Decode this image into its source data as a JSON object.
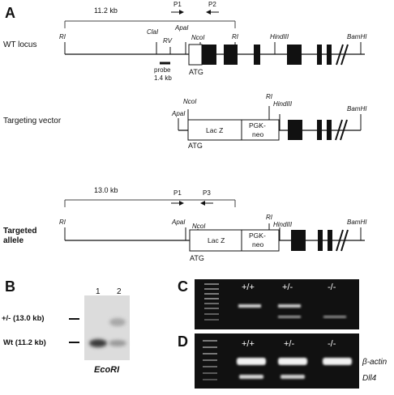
{
  "panelA": {
    "letter": "A",
    "wt_locus": {
      "label": "WT locus",
      "distance": "11.2 kb",
      "sites": [
        "RI",
        "ClaI",
        "RV",
        "ApaI",
        "NcoI",
        "RI",
        "HindIII",
        "BamHI"
      ],
      "primers": [
        "P1",
        "P2"
      ],
      "atg": "ATG",
      "probe": "probe",
      "probe_size": "1.4 kb"
    },
    "targeting_vector": {
      "label": "Targeting vector",
      "sites": [
        "NcoI",
        "ApaI",
        "RI",
        "HindIII",
        "BamHI"
      ],
      "lacz": "Lac Z",
      "pgk1": "PGK-",
      "pgk2": "neo",
      "atg": "ATG"
    },
    "targeted_allele": {
      "label1": "Targeted",
      "label2": "allele",
      "distance": "13.0 kb",
      "sites": [
        "RI",
        "ApaI",
        "NcoI",
        "RI",
        "HindIII",
        "BamHI"
      ],
      "primers": [
        "P1",
        "P3"
      ],
      "lacz": "Lac Z",
      "pgk1": "PGK-",
      "pgk2": "neo",
      "atg": "ATG"
    }
  },
  "panelB": {
    "letter": "B",
    "lanes": [
      "1",
      "2"
    ],
    "band_labels": [
      "+/- (13.0 kb)",
      "Wt (11.2 kb)"
    ],
    "enzyme": "EcoRI"
  },
  "panelC": {
    "letter": "C",
    "genotypes": [
      "+/+",
      "+/-",
      "-/-"
    ]
  },
  "panelD": {
    "letter": "D",
    "genotypes": [
      "+/+",
      "+/-",
      "-/-"
    ],
    "band_labels": [
      "β-actin",
      "Dll4"
    ]
  }
}
